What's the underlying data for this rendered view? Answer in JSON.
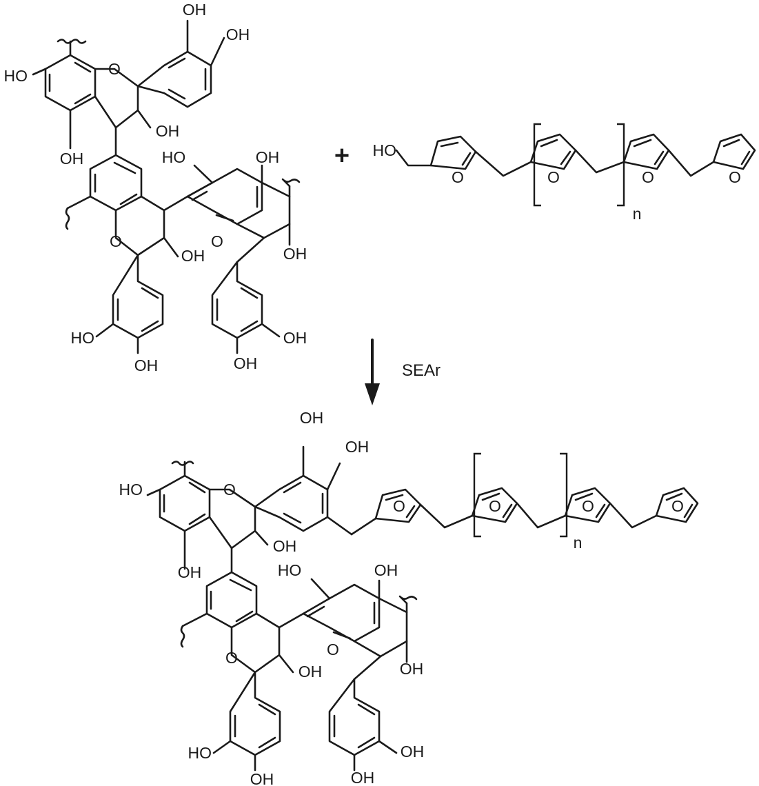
{
  "labels": {
    "hydroxyl": "OH",
    "hydroxyl_left": "HO",
    "ring_oxygen": "O",
    "repeat_index": "n",
    "plus": "+",
    "reaction_condition": "SEAr"
  }
}
